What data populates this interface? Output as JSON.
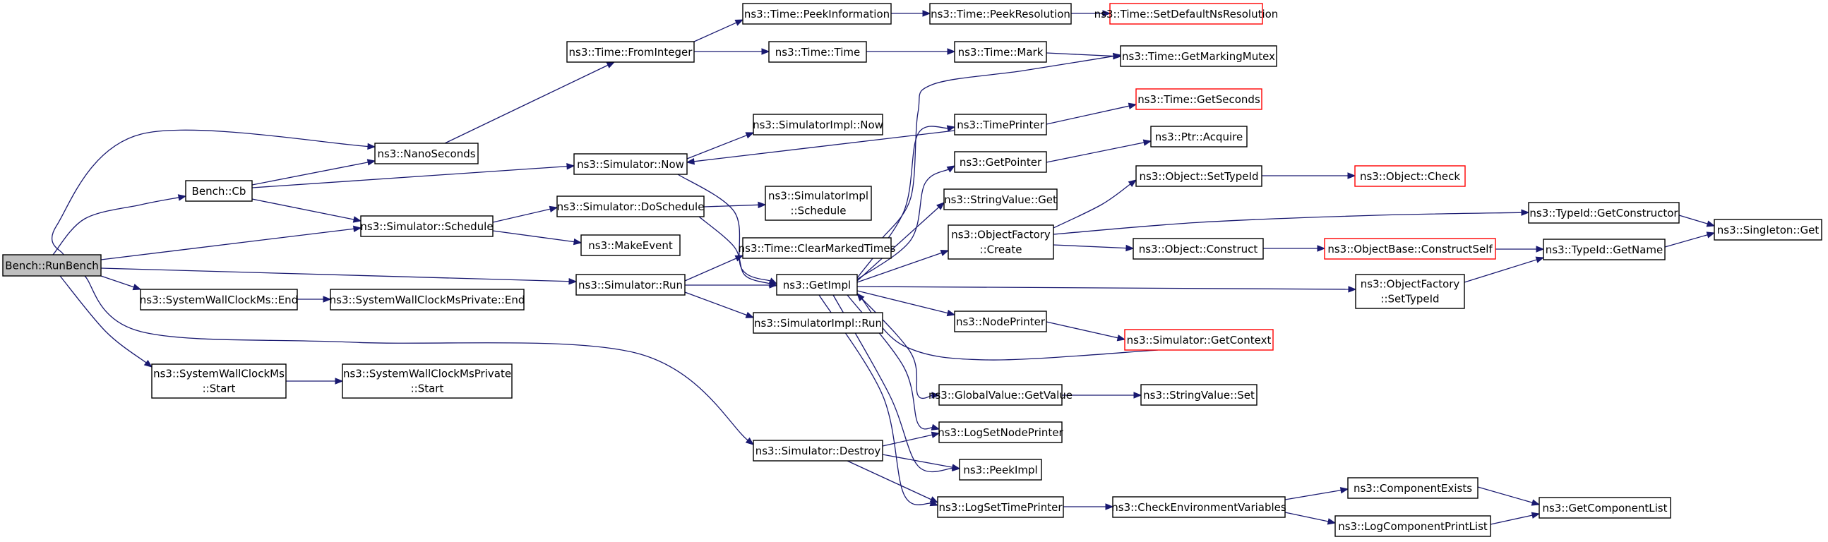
{
  "colors": {
    "edge": "#191970",
    "node_border": "#000000",
    "node_border_truncated": "#ff0000",
    "root_fill": "#bfbfbf",
    "node_fill": "#ffffff"
  },
  "nodes": [
    {
      "id": "n0",
      "lines": [
        "Bench::RunBench"
      ],
      "root": true
    },
    {
      "id": "n1",
      "lines": [
        "Bench::Cb"
      ]
    },
    {
      "id": "n2",
      "lines": [
        "ns3::NanoSeconds"
      ]
    },
    {
      "id": "n3",
      "lines": [
        "ns3::Time::FromInteger"
      ]
    },
    {
      "id": "n4",
      "lines": [
        "ns3::Time::PeekInformation"
      ]
    },
    {
      "id": "n5",
      "lines": [
        "ns3::Time::PeekResolution"
      ]
    },
    {
      "id": "n6",
      "lines": [
        "ns3::Time::SetDefaultNsResolution"
      ],
      "truncated": true
    },
    {
      "id": "n7",
      "lines": [
        "ns3::Time::Time"
      ]
    },
    {
      "id": "n8",
      "lines": [
        "ns3::Time::Mark"
      ]
    },
    {
      "id": "n9",
      "lines": [
        "ns3::Time::GetMarkingMutex"
      ]
    },
    {
      "id": "n10",
      "lines": [
        "ns3::Simulator::Now"
      ]
    },
    {
      "id": "n11",
      "lines": [
        "ns3::SimulatorImpl::Now"
      ]
    },
    {
      "id": "n12",
      "lines": [
        "ns3::TimePrinter"
      ]
    },
    {
      "id": "n13",
      "lines": [
        "ns3::Time::GetSeconds"
      ],
      "truncated": true
    },
    {
      "id": "n14",
      "lines": [
        "ns3::GetPointer"
      ]
    },
    {
      "id": "n15",
      "lines": [
        "ns3::Ptr::Acquire"
      ]
    },
    {
      "id": "n16",
      "lines": [
        "ns3::Simulator::Schedule"
      ]
    },
    {
      "id": "n17",
      "lines": [
        "ns3::Simulator::DoSchedule"
      ]
    },
    {
      "id": "n18",
      "lines": [
        "ns3::SimulatorImpl",
        "::Schedule"
      ]
    },
    {
      "id": "n19",
      "lines": [
        "ns3::MakeEvent"
      ]
    },
    {
      "id": "n20",
      "lines": [
        "ns3::Time::ClearMarkedTimes"
      ]
    },
    {
      "id": "n21",
      "lines": [
        "ns3::StringValue::Get"
      ]
    },
    {
      "id": "n22",
      "lines": [
        "ns3::ObjectFactory",
        "::Create"
      ]
    },
    {
      "id": "n23",
      "lines": [
        "ns3::Object::SetTypeId"
      ]
    },
    {
      "id": "n24",
      "lines": [
        "ns3::Object::Check"
      ],
      "truncated": true
    },
    {
      "id": "n25",
      "lines": [
        "ns3::TypeId::GetConstructor"
      ]
    },
    {
      "id": "n26",
      "lines": [
        "ns3::Singleton::Get"
      ]
    },
    {
      "id": "n27",
      "lines": [
        "ns3::Object::Construct"
      ]
    },
    {
      "id": "n28",
      "lines": [
        "ns3::ObjectBase::ConstructSelf"
      ],
      "truncated": true
    },
    {
      "id": "n29",
      "lines": [
        "ns3::TypeId::GetName"
      ]
    },
    {
      "id": "n30",
      "lines": [
        "ns3::Simulator::Run"
      ]
    },
    {
      "id": "n31",
      "lines": [
        "ns3::GetImpl"
      ]
    },
    {
      "id": "n32",
      "lines": [
        "ns3::SimulatorImpl::Run"
      ]
    },
    {
      "id": "n33",
      "lines": [
        "ns3::ObjectFactory",
        "::SetTypeId"
      ]
    },
    {
      "id": "n34",
      "lines": [
        "ns3::SystemWallClockMs::End"
      ]
    },
    {
      "id": "n35",
      "lines": [
        "ns3::SystemWallClockMsPrivate::End"
      ]
    },
    {
      "id": "n36",
      "lines": [
        "ns3::NodePrinter"
      ]
    },
    {
      "id": "n37",
      "lines": [
        "ns3::Simulator::GetContext"
      ],
      "truncated": true
    },
    {
      "id": "n38",
      "lines": [
        "ns3::SystemWallClockMs",
        "::Start"
      ]
    },
    {
      "id": "n39",
      "lines": [
        "ns3::SystemWallClockMsPrivate",
        "::Start"
      ]
    },
    {
      "id": "n40",
      "lines": [
        "ns3::GlobalValue::GetValue"
      ]
    },
    {
      "id": "n41",
      "lines": [
        "ns3::StringValue::Set"
      ]
    },
    {
      "id": "n42",
      "lines": [
        "ns3::Simulator::Destroy"
      ]
    },
    {
      "id": "n43",
      "lines": [
        "ns3::LogSetNodePrinter"
      ]
    },
    {
      "id": "n44",
      "lines": [
        "ns3::PeekImpl"
      ]
    },
    {
      "id": "n45",
      "lines": [
        "ns3::LogSetTimePrinter"
      ]
    },
    {
      "id": "n46",
      "lines": [
        "ns3::CheckEnvironmentVariables"
      ]
    },
    {
      "id": "n47",
      "lines": [
        "ns3::ComponentExists"
      ]
    },
    {
      "id": "n48",
      "lines": [
        "ns3::GetComponentList"
      ]
    },
    {
      "id": "n49",
      "lines": [
        "ns3::LogComponentPrintList"
      ]
    }
  ],
  "edges": [
    [
      "n0",
      "n1"
    ],
    [
      "n0",
      "n2"
    ],
    [
      "n0",
      "n16"
    ],
    [
      "n0",
      "n30"
    ],
    [
      "n0",
      "n34"
    ],
    [
      "n0",
      "n38"
    ],
    [
      "n0",
      "n42"
    ],
    [
      "n1",
      "n2"
    ],
    [
      "n1",
      "n10"
    ],
    [
      "n1",
      "n16"
    ],
    [
      "n2",
      "n3"
    ],
    [
      "n3",
      "n4"
    ],
    [
      "n3",
      "n7"
    ],
    [
      "n4",
      "n5"
    ],
    [
      "n5",
      "n6"
    ],
    [
      "n7",
      "n8"
    ],
    [
      "n8",
      "n9"
    ],
    [
      "n10",
      "n11"
    ],
    [
      "n10",
      "n31"
    ],
    [
      "n12",
      "n13"
    ],
    [
      "n12",
      "n10"
    ],
    [
      "n14",
      "n15"
    ],
    [
      "n16",
      "n17"
    ],
    [
      "n16",
      "n19"
    ],
    [
      "n17",
      "n18"
    ],
    [
      "n17",
      "n31"
    ],
    [
      "n20",
      "n9"
    ],
    [
      "n22",
      "n23"
    ],
    [
      "n22",
      "n25"
    ],
    [
      "n22",
      "n27"
    ],
    [
      "n23",
      "n24"
    ],
    [
      "n25",
      "n26"
    ],
    [
      "n27",
      "n28"
    ],
    [
      "n28",
      "n29"
    ],
    [
      "n29",
      "n26"
    ],
    [
      "n30",
      "n20"
    ],
    [
      "n30",
      "n31"
    ],
    [
      "n30",
      "n32"
    ],
    [
      "n31",
      "n12"
    ],
    [
      "n31",
      "n14"
    ],
    [
      "n31",
      "n21"
    ],
    [
      "n31",
      "n22"
    ],
    [
      "n31",
      "n33"
    ],
    [
      "n31",
      "n36"
    ],
    [
      "n31",
      "n40"
    ],
    [
      "n31",
      "n43"
    ],
    [
      "n31",
      "n44"
    ],
    [
      "n31",
      "n45"
    ],
    [
      "n33",
      "n29"
    ],
    [
      "n34",
      "n35"
    ],
    [
      "n36",
      "n37"
    ],
    [
      "n37",
      "n31"
    ],
    [
      "n38",
      "n39"
    ],
    [
      "n40",
      "n41"
    ],
    [
      "n42",
      "n43"
    ],
    [
      "n42",
      "n44"
    ],
    [
      "n42",
      "n45"
    ],
    [
      "n45",
      "n46"
    ],
    [
      "n46",
      "n47"
    ],
    [
      "n46",
      "n49"
    ],
    [
      "n47",
      "n48"
    ],
    [
      "n49",
      "n48"
    ]
  ]
}
